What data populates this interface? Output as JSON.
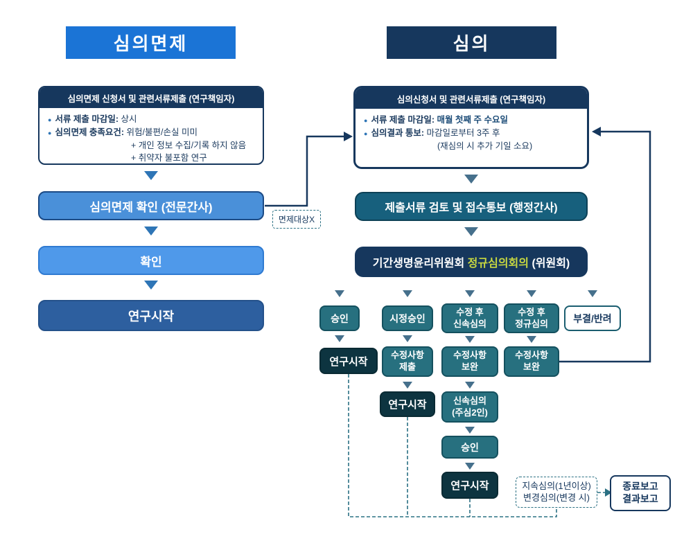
{
  "colors": {
    "exempt_header_bg": "#1b74d6",
    "review_header_bg": "#16375d",
    "navy": "#16375d",
    "mid_blue": "#4a90d9",
    "light_blue": "#4f99ea",
    "steel_blue": "#2d5f9f",
    "teal": "#27707f",
    "dark_teal": "#0d3440",
    "highlight_green": "#c8d840",
    "dashed_teal": "#2a7083"
  },
  "left": {
    "header": "심의면제",
    "info": {
      "title": "심의면제 신청서 및 관련서류제출 (연구책임자)",
      "bullet1_label": "서류 제출 마감일: ",
      "bullet1_value": "상시",
      "bullet2_label": "심의면제 충족요건: ",
      "bullet2_value": "위험/불편/손실 미미",
      "sub1": "+ 개인 정보 수집/기록 하지 않음",
      "sub2": "+ 취약자 불포함 연구"
    },
    "check_label": "심의면제 확인 (전문간사)",
    "exempt_tag": "면제대상X",
    "confirm_label": "확인",
    "start_label": "연구시작"
  },
  "right": {
    "header": "심의",
    "info": {
      "title": "심의신청서 및 관련서류제출 (연구책임자)",
      "bullet1_label": "서류 제출 마감일: ",
      "bullet1_value": "매월 첫째 주 수요일",
      "bullet2_label": "심의결과 통보: ",
      "bullet2_value": "마감일로부터 3주 후",
      "sub1": "(재심의 시 추가 기일 소요)"
    },
    "review_docs_label": "제출서류 검토 및 접수통보 (행정간사)",
    "committee": {
      "prefix": "기간생명윤리위원회 ",
      "highlight": "정규심의회의",
      "suffix": " (위원회)"
    },
    "outcomes": {
      "approve": "승인",
      "corrective": "시정승인",
      "fast": "수정 후\n신속심의",
      "regular": "수정 후\n정규심의",
      "reject": "부결/반려"
    },
    "steps": {
      "research_start": "연구시작",
      "revise_submit": "수정사항\n제출",
      "revise_fix": "수정사항\n보완",
      "fast_review": "신속심의\n(주심2인)",
      "approve": "승인"
    },
    "continuing": "지속심의(1년이상)\n변경심의(변경 시)",
    "end_report": "종료보고\n결과보고"
  }
}
